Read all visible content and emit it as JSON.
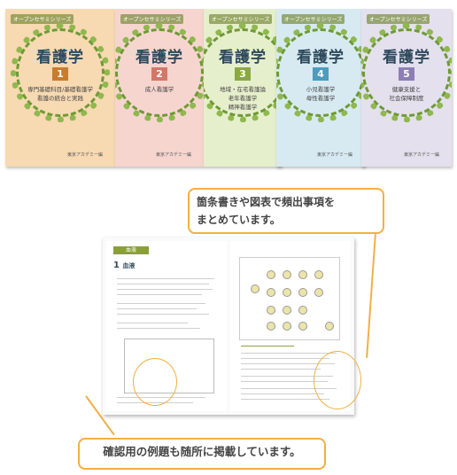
{
  "books": [
    {
      "series": "オープンセサミシリーズ",
      "title": "看護学",
      "number": "1",
      "subtitle": "専門基礎科目/基礎看護学\n看護の統合と実践",
      "bg": "#f7d9b2",
      "badge": "#c97b2e"
    },
    {
      "series": "オープンセサミシリーズ",
      "title": "看護学",
      "number": "2",
      "subtitle": "成人看護学",
      "bg": "#f6d5cf",
      "badge": "#d37869"
    },
    {
      "series": "オープンセサミシリーズ",
      "title": "看護学",
      "number": "3",
      "subtitle": "地域・在宅看護論\n老年看護学\n精神看護学",
      "bg": "#e6efcc",
      "badge": "#8aa93e"
    },
    {
      "series": "オープンセサミシリーズ",
      "title": "看護学",
      "number": "4",
      "subtitle": "小児看護学\n母性看護学",
      "bg": "#d7eaf2",
      "badge": "#4d9bbd"
    },
    {
      "series": "オープンセサミシリーズ",
      "title": "看護学",
      "number": "5",
      "subtitle": "健康支援と\n社会保障制度",
      "bg": "#e4e0ee",
      "badge": "#8d7fb5"
    }
  ],
  "publisher": "東京アカデミー編",
  "callouts": {
    "top": "箇条書きや図表で頻出事項を\nまとめています。",
    "bottom": "確認用の例題も随所に掲載しています。"
  },
  "spread": {
    "section_header": "血液",
    "section_number": "1",
    "section_title": "血液"
  },
  "colors": {
    "callout_border": "#f0b045",
    "accent": "#8a9f3c"
  }
}
